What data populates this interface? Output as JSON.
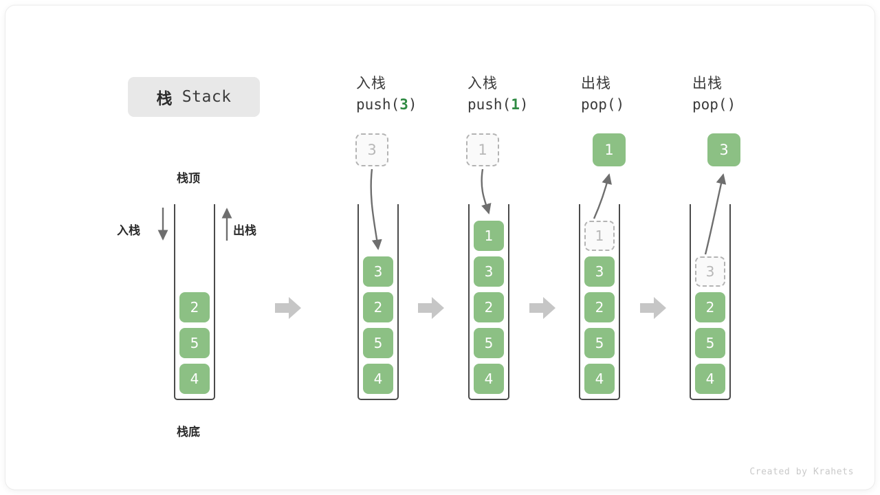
{
  "title": {
    "cn": "栈",
    "en": "Stack"
  },
  "labels": {
    "top": "栈顶",
    "bottom": "栈底",
    "push_arrow": "入栈",
    "pop_arrow": "出栈"
  },
  "watermark": "Created by Krahets",
  "colors": {
    "cell_fill": "#8cc084",
    "cell_text": "#ffffff",
    "ghost_border": "#b3b3b3",
    "ghost_text": "#b7b7b7",
    "frame": "#4a4a4a",
    "arrow": "#6e6e6e",
    "step_arrow": "#c6c6c6",
    "accent_green": "#2f8a43",
    "badge_bg": "#e8e8e8"
  },
  "steps": [
    {
      "id": "initial",
      "op_cn": "",
      "op_code": "",
      "cells": [
        {
          "value": "2",
          "state": "filled"
        },
        {
          "value": "5",
          "state": "filled"
        },
        {
          "value": "4",
          "state": "filled"
        }
      ]
    },
    {
      "id": "push-3",
      "op_cn": "入栈",
      "op_code_prefix": "push(",
      "op_code_arg": "3",
      "op_code_suffix": ")",
      "float_value": "3",
      "float_state": "ghost",
      "cells": [
        {
          "value": "3",
          "state": "filled"
        },
        {
          "value": "2",
          "state": "filled"
        },
        {
          "value": "5",
          "state": "filled"
        },
        {
          "value": "4",
          "state": "filled"
        }
      ]
    },
    {
      "id": "push-1",
      "op_cn": "入栈",
      "op_code_prefix": "push(",
      "op_code_arg": "1",
      "op_code_suffix": ")",
      "float_value": "1",
      "float_state": "ghost",
      "cells": [
        {
          "value": "1",
          "state": "filled"
        },
        {
          "value": "3",
          "state": "filled"
        },
        {
          "value": "2",
          "state": "filled"
        },
        {
          "value": "5",
          "state": "filled"
        },
        {
          "value": "4",
          "state": "filled"
        }
      ]
    },
    {
      "id": "pop-1",
      "op_cn": "出栈",
      "op_code_prefix": "pop(",
      "op_code_arg": "",
      "op_code_suffix": ")",
      "float_value": "1",
      "float_state": "filled",
      "cells": [
        {
          "value": "1",
          "state": "ghost"
        },
        {
          "value": "3",
          "state": "filled"
        },
        {
          "value": "2",
          "state": "filled"
        },
        {
          "value": "5",
          "state": "filled"
        },
        {
          "value": "4",
          "state": "filled"
        }
      ]
    },
    {
      "id": "pop-3",
      "op_cn": "出栈",
      "op_code_prefix": "pop(",
      "op_code_arg": "",
      "op_code_suffix": ")",
      "float_value": "3",
      "float_state": "filled",
      "cells": [
        {
          "value": "",
          "state": "empty"
        },
        {
          "value": "3",
          "state": "ghost"
        },
        {
          "value": "2",
          "state": "filled"
        },
        {
          "value": "5",
          "state": "filled"
        },
        {
          "value": "4",
          "state": "filled"
        }
      ]
    }
  ]
}
